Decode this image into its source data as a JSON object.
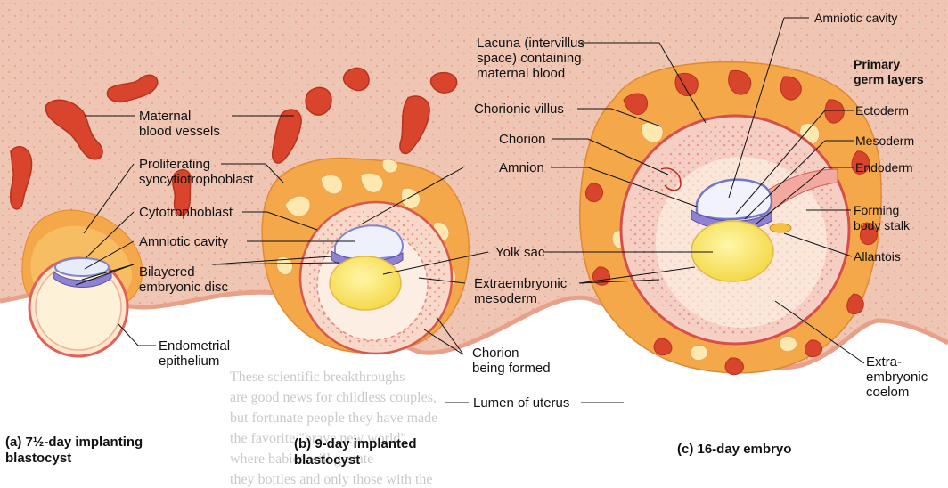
{
  "labels": {
    "maternal_blood_vessels": [
      "Maternal",
      "blood vessels"
    ],
    "proliferating_syncytiotrophoblast": [
      "Proliferating",
      "syncytiotrophoblast"
    ],
    "cytotrophoblast": "Cytotrophoblast",
    "amniotic_cavity_left": "Amniotic cavity",
    "bilayered_embryonic_disc": [
      "Bilayered",
      "embryonic disc"
    ],
    "endometrial_epithelium": [
      "Endometrial",
      "epithelium"
    ],
    "lacuna": [
      "Lacuna (intervillus",
      "space) containing",
      "maternal blood"
    ],
    "chorionic_villus": "Chorionic villus",
    "chorion": "Chorion",
    "amnion": "Amnion",
    "yolk_sac": "Yolk sac",
    "extraembryonic_mesoderm": [
      "Extraembryonic",
      "mesoderm"
    ],
    "chorion_being_formed": [
      "Chorion",
      "being formed"
    ],
    "lumen_of_uterus": "Lumen of uterus",
    "amniotic_cavity_right": "Amniotic cavity",
    "primary_germ_layers": [
      "Primary",
      "germ layers"
    ],
    "ectoderm": "Ectoderm",
    "mesoderm": "Mesoderm",
    "endoderm": "Endoderm",
    "forming_body_stalk": [
      "Forming",
      "body stalk"
    ],
    "allantois": "Allantois",
    "extraembryonic_coelom": [
      "Extra-",
      "embryonic",
      "coelom"
    ]
  },
  "captions": {
    "a": [
      "(a) 7½-day implanting",
      "blastocyst"
    ],
    "b": [
      "(b) 9-day implanted",
      "blastocyst"
    ],
    "c": "(c) 16-day embryo"
  },
  "background_text": [
    "These scientific breakthroughs",
    "are good news for childless couples,",
    "but fortunate people they have made",
    "the favorite \"brave new world\"",
    "where babies will gestate",
    "they bottles and only those with the"
  ],
  "colors": {
    "uterine_tissue": "#efc6b4",
    "blood_vessel": "#d8452c",
    "syncytiotrophoblast": "#f4a84a",
    "trophoblast_light": "#fde9b0",
    "yolk_sac": "#fbe86c",
    "amnion": "#8fa0dd"
  }
}
